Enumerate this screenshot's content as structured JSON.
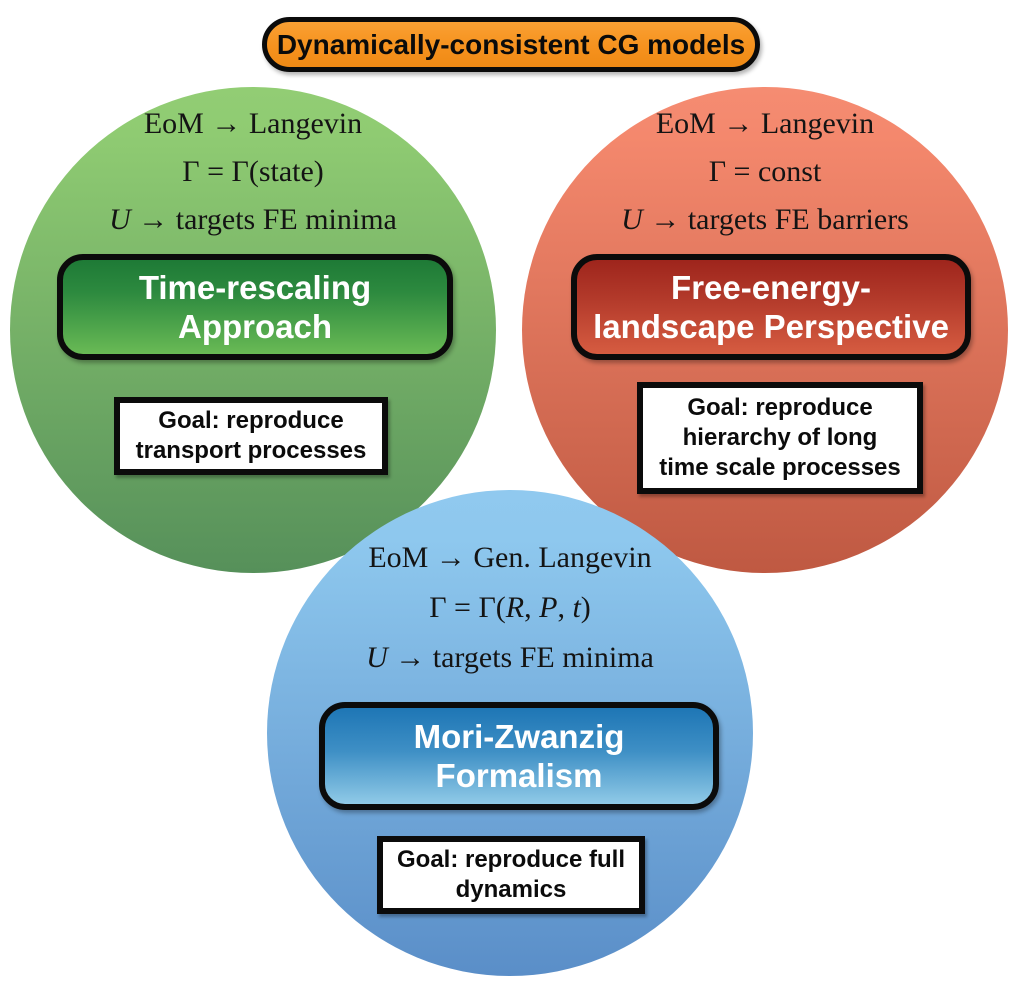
{
  "header": {
    "title": "Dynamically-consistent CG models",
    "fill_color": "#F6921E",
    "border_color": "#0B0B0B"
  },
  "circles": [
    {
      "name": "time-rescaling-approach",
      "circle_gradient_top": "#8FCB72",
      "circle_gradient_bottom": "#56905A",
      "formulas": [
        [
          {
            "t": "EoM → Langevin"
          }
        ],
        [
          {
            "t": "Γ = Γ(state)"
          }
        ],
        [
          {
            "t": "U",
            "i": true
          },
          {
            "t": " → targets FE minima"
          }
        ]
      ],
      "method_box": {
        "label": "Time-rescaling\nApproach",
        "gradient_top": "#1E7A36",
        "gradient_bottom": "#69BA55",
        "text_color": "#FFFFFF"
      },
      "goal_box": {
        "label": "Goal: reproduce\ntransport processes",
        "fill_color": "#FFFFFF",
        "text_color": "#0B0B0B"
      }
    },
    {
      "name": "free-energy-landscape-perspective",
      "circle_gradient_top": "#F58C72",
      "circle_gradient_bottom": "#BF5942",
      "formulas": [
        [
          {
            "t": "EoM → Langevin"
          }
        ],
        [
          {
            "t": "Γ = const"
          }
        ],
        [
          {
            "t": "U",
            "i": true
          },
          {
            "t": " → targets FE barriers"
          }
        ]
      ],
      "method_box": {
        "label": "Free-energy-\nlandscape Perspective",
        "gradient_top": "#9E251C",
        "gradient_bottom": "#D65C41",
        "text_color": "#FFFFFF"
      },
      "goal_box": {
        "label": "Goal: reproduce\nhierarchy of long\ntime scale processes",
        "fill_color": "#FFFFFF",
        "text_color": "#0B0B0B"
      }
    },
    {
      "name": "mori-zwanzig-formalism",
      "circle_gradient_top": "#8EC8EE",
      "circle_gradient_bottom": "#5A8EC8",
      "formulas": [
        [
          {
            "t": "EoM → Gen. Langevin"
          }
        ],
        [
          {
            "t": "Γ = Γ("
          },
          {
            "t": "R",
            "i": true
          },
          {
            "t": ", "
          },
          {
            "t": "P",
            "i": true
          },
          {
            "t": ", "
          },
          {
            "t": "t",
            "i": true
          },
          {
            "t": ")"
          }
        ],
        [
          {
            "t": "U",
            "i": true
          },
          {
            "t": " → targets FE minima"
          }
        ]
      ],
      "method_box": {
        "label": "Mori-Zwanzig\nFormalism",
        "gradient_top": "#1E76B5",
        "gradient_bottom": "#90CAE7",
        "text_color": "#FFFFFF"
      },
      "goal_box": {
        "label": "Goal: reproduce full\ndynamics",
        "fill_color": "#FFFFFF",
        "text_color": "#0B0B0B"
      }
    }
  ]
}
